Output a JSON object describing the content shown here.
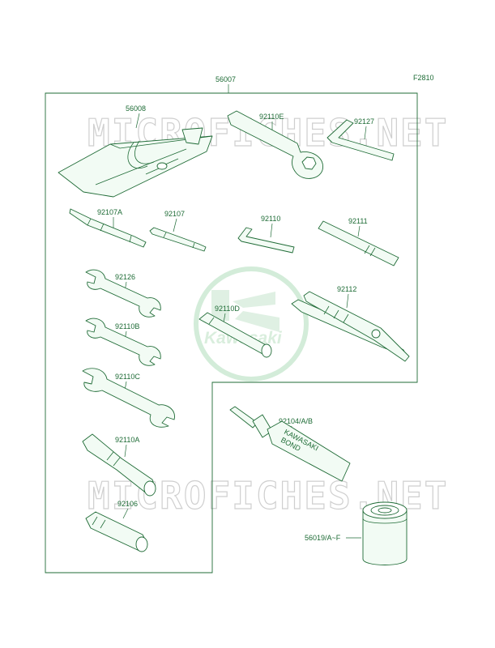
{
  "figure_code": "F2810",
  "watermark": {
    "text": "MICROFICHES.NET",
    "logo_text": "Kawasaki"
  },
  "labels": {
    "kit": "56007",
    "bag": "56008",
    "spanner_box": "92110E",
    "hex_wrench_large": "92127",
    "screwdriver": "92107A",
    "screwdriver_bit": "92107",
    "hex_wrench_small": "92110",
    "extension_bar": "92111",
    "wrench_92126": "92126",
    "wrench_92110B": "92110B",
    "wrench_92110C": "92110C",
    "plug_wrench": "92110D",
    "pliers": "92112",
    "socket_92110A": "92110A",
    "socket_92106": "92106",
    "bond": "92104/A/B",
    "bond_tube_text_1": "KAWASAKI",
    "bond_tube_text_2": "BOND",
    "oil_filter": "56019/A~F"
  }
}
